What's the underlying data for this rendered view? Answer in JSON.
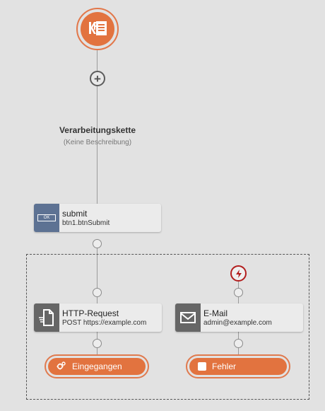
{
  "chain": {
    "title": "Verarbeitungskette",
    "description": "(Keine Beschreibung)"
  },
  "nodes": {
    "submit": {
      "title": "submit",
      "subtitle": "btn1.btnSubmit",
      "icon": "ok-button-icon",
      "icon_text": "OK"
    },
    "http": {
      "title": "HTTP-Request",
      "subtitle": "POST https://example.com",
      "icon": "document-send-icon"
    },
    "email": {
      "title": "E-Mail",
      "subtitle": "admin@example.com",
      "icon": "envelope-icon"
    }
  },
  "results": {
    "received": {
      "label": "Eingegangen",
      "icon": "gears-icon"
    },
    "error": {
      "label": "Fehler",
      "icon": "square-icon"
    }
  },
  "colors": {
    "accent": "#e2733f",
    "submit_icon_bg": "#5d7293",
    "action_icon_bg": "#666666",
    "error_trigger": "#b21d1d"
  }
}
